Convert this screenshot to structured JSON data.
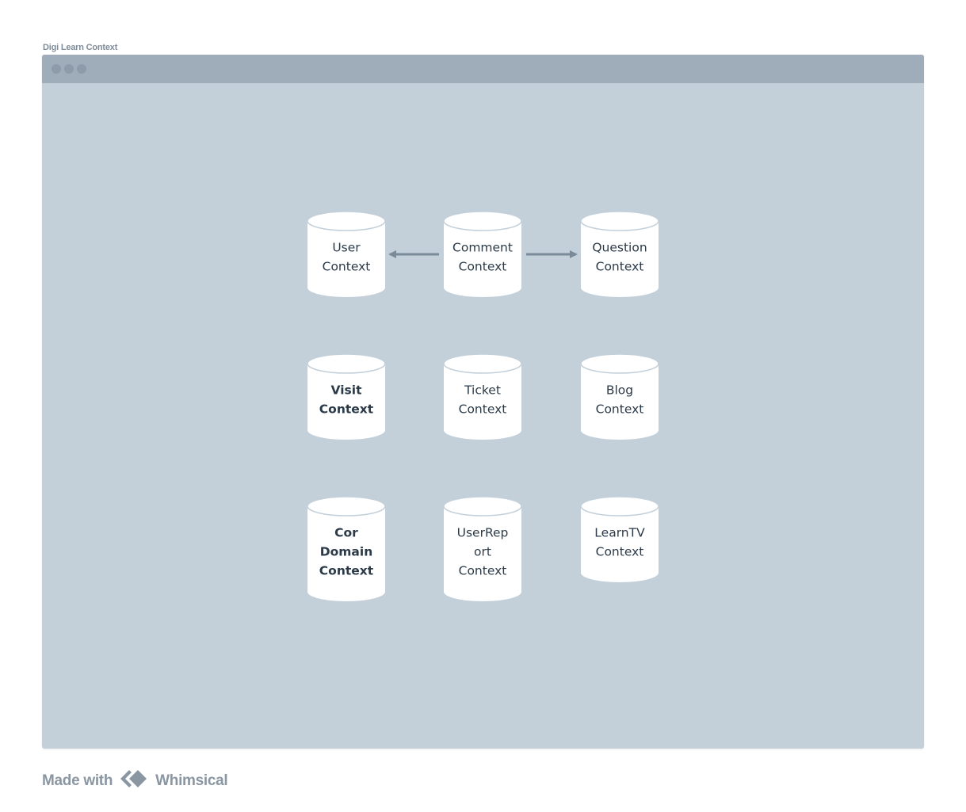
{
  "frame": {
    "title": "Digi Learn Context"
  },
  "colors": {
    "window_bg": "#c3d0da",
    "titlebar": "#9fadba",
    "cylinder_fill": "#ffffff",
    "cylinder_stroke": "#c3d0da",
    "arrow": "#7a8a99",
    "text": "#2b3a48"
  },
  "nodes": [
    {
      "id": "user",
      "lines": [
        "User",
        "Context"
      ],
      "bold": false
    },
    {
      "id": "comment",
      "lines": [
        "Comment",
        "Context"
      ],
      "bold": false
    },
    {
      "id": "question",
      "lines": [
        "Question",
        "Context"
      ],
      "bold": false
    },
    {
      "id": "visit",
      "lines": [
        "Visit",
        "Context"
      ],
      "bold": true
    },
    {
      "id": "ticket",
      "lines": [
        "Ticket",
        "Context"
      ],
      "bold": false
    },
    {
      "id": "blog",
      "lines": [
        "Blog",
        "Context"
      ],
      "bold": false
    },
    {
      "id": "cor-domain",
      "lines": [
        "Cor",
        "Domain",
        "Context"
      ],
      "bold": true
    },
    {
      "id": "user-report",
      "lines": [
        "UserRep",
        "ort",
        "Context"
      ],
      "bold": false
    },
    {
      "id": "learntv",
      "lines": [
        "LearnTV",
        "Context"
      ],
      "bold": false
    }
  ],
  "edges": [
    {
      "from": "comment",
      "to": "user"
    },
    {
      "from": "comment",
      "to": "question"
    }
  ],
  "footer": {
    "made_with": "Made with",
    "brand": "Whimsical",
    "logo_icon": "whimsical-logo-icon"
  }
}
